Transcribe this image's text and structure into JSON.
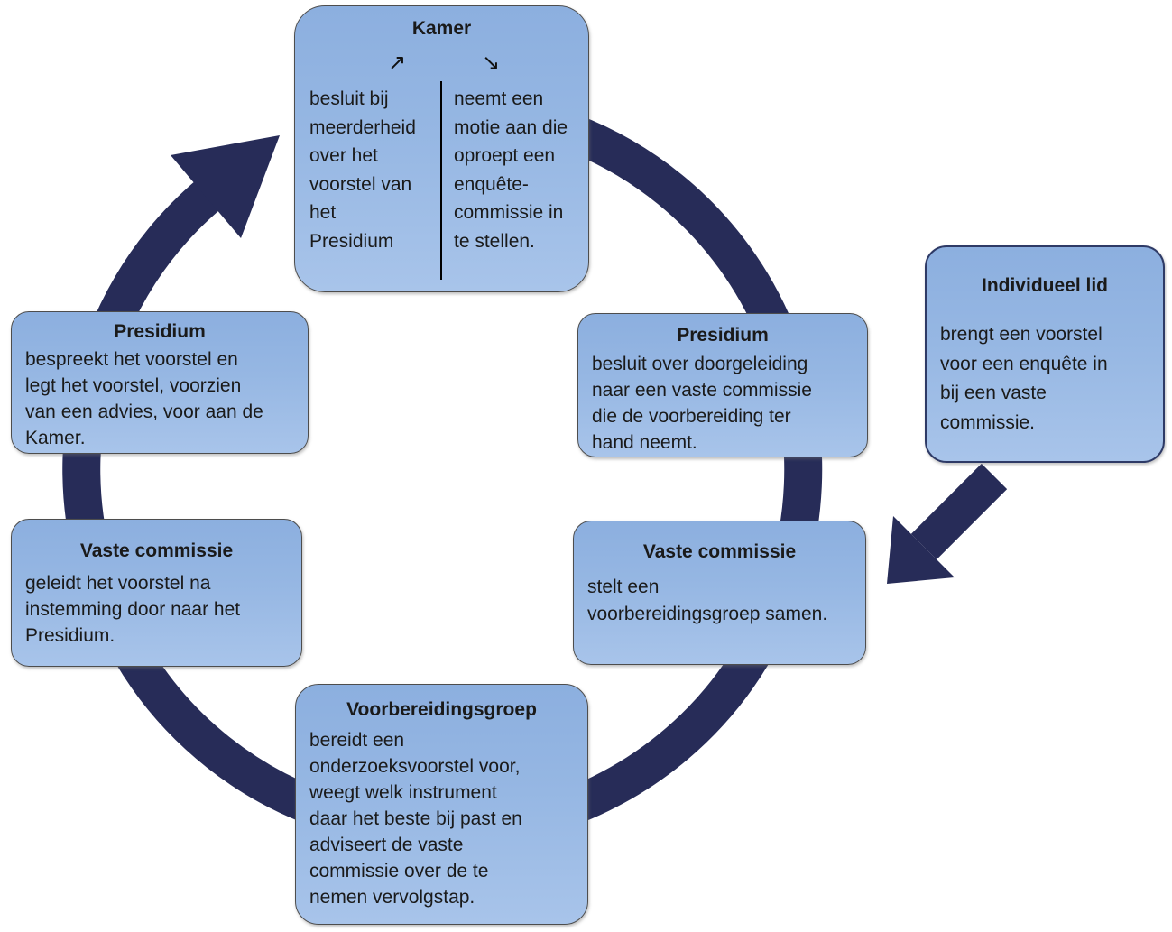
{
  "diagram": {
    "language": "nl",
    "type": "cycle-flow"
  },
  "colors": {
    "ring": "#272C58",
    "box_fill_top": "#8cafdf",
    "box_fill_bottom": "#a8c4ea",
    "box_border": "#4d4d4d",
    "accent_box_border": "#2e3a66",
    "text": "#1a1a1a"
  },
  "icons": {
    "up_right_arrow": "↗",
    "down_right_arrow": "↘"
  },
  "nodes": {
    "kamer": {
      "title": "Kamer",
      "left_text": "besluit bij\nmeerderheid\nover het\nvoorstel van\nhet\nPresidium",
      "right_text": "neemt een\nmotie aan die\noproept een\nenquête-\ncommissie in\nte stellen."
    },
    "presidium_left": {
      "title": "Presidium",
      "text": "bespreekt het voorstel en\nlegt het voorstel, voorzien\nvan een advies, voor aan de\nKamer."
    },
    "vaste_commissie_left": {
      "title": "Vaste commissie",
      "text": "geleidt het voorstel na\ninstemming door naar het\nPresidium."
    },
    "voorbereidingsgroep": {
      "title": "Voorbereidingsgroep",
      "text": "bereidt een\nonderzoeksvoorstel voor,\nweegt welk instrument\ndaar het beste bij past en\nadviseert de vaste\ncommissie over de te\nnemen vervolgstap."
    },
    "presidium_right": {
      "title": "Presidium",
      "text": "besluit over doorgeleiding\nnaar een vaste commissie\ndie de voorbereiding ter\nhand neemt."
    },
    "vaste_commissie_right": {
      "title": "Vaste commissie",
      "text": "stelt een\nvoorbereidingsgroep samen."
    },
    "individueel_lid": {
      "title": "Individueel lid",
      "text": "brengt een voorstel\nvoor een enquête in\nbij een vaste\ncommissie."
    }
  }
}
